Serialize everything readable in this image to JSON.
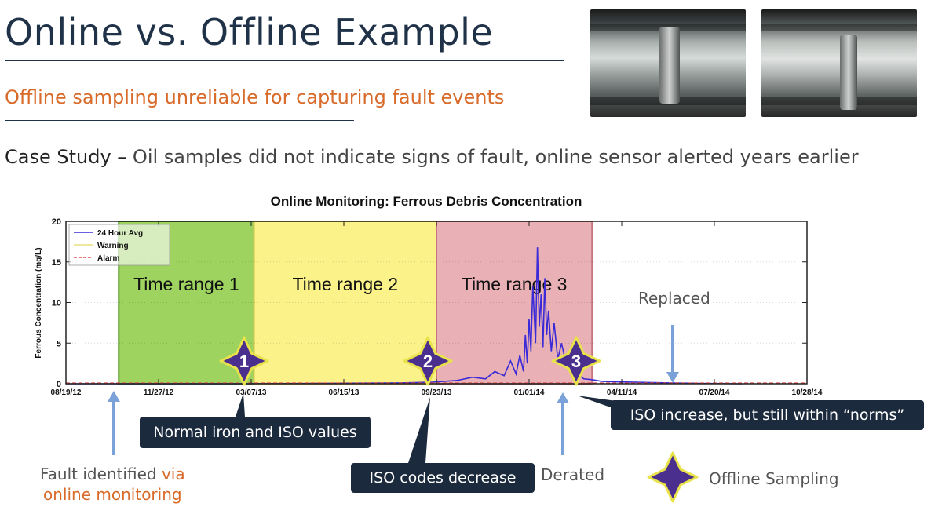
{
  "slide": {
    "title": "Online vs. Offline Example",
    "subtitle": "Offline sampling unreliable for capturing fault events",
    "case_study_lead": "Case Study – ",
    "case_study_text": "Oil samples did not indicate signs of fault, online sensor alerted years earlier"
  },
  "colors": {
    "title": "#1f3248",
    "accent": "#d86a2a",
    "range1": "#9ed35f",
    "range2": "#fbf38a",
    "range3": "#e9b0b5",
    "series": "#3a2ad8",
    "alarm": "#e05050",
    "star": "#4a2f8f",
    "callout": "#1c2a3d",
    "arrow": "#7aa2d8"
  },
  "chart_data": {
    "type": "line",
    "title": "Online Monitoring: Ferrous Debris Concentration",
    "ylabel": "Ferrous Concentration (mg/L)",
    "xlabel": "",
    "ylim": [
      0,
      20
    ],
    "yticks": [
      "0",
      "5",
      "10",
      "15",
      "20"
    ],
    "x_tick_labels": [
      "08/19/12",
      "11/27/12",
      "03/07/13",
      "06/15/13",
      "09/23/13",
      "01/01/14",
      "04/11/14",
      "07/20/14",
      "10/28/14"
    ],
    "grid": true,
    "legend": {
      "position": "top-left",
      "entries": [
        "24 Hour Avg",
        "Warning",
        "Alarm"
      ]
    },
    "ranges": [
      {
        "label": "Time range 1",
        "start": "2012-10-15",
        "end": "2013-03-10"
      },
      {
        "label": "Time range 2",
        "start": "2013-03-10",
        "end": "2013-09-23"
      },
      {
        "label": "Time range 3",
        "start": "2013-09-23",
        "end": "2014-03-10"
      }
    ],
    "series": [
      {
        "name": "24 Hour Avg",
        "x": [
          "2012-08-19",
          "2013-02-01",
          "2013-06-01",
          "2013-08-15",
          "2013-09-20",
          "2013-10-15",
          "2013-11-01",
          "2013-11-15",
          "2013-11-25",
          "2013-12-05",
          "2013-12-12",
          "2013-12-18",
          "2013-12-22",
          "2013-12-26",
          "2013-12-28",
          "2013-12-30",
          "2014-01-01",
          "2014-01-03",
          "2014-01-05",
          "2014-01-08",
          "2014-01-10",
          "2014-01-12",
          "2014-01-14",
          "2014-01-16",
          "2014-01-18",
          "2014-01-20",
          "2014-01-22",
          "2014-01-25",
          "2014-01-28",
          "2014-02-01",
          "2014-02-05",
          "2014-02-10",
          "2014-02-15",
          "2014-02-20",
          "2014-02-25",
          "2014-03-01",
          "2014-03-10",
          "2014-03-20",
          "2014-04-01",
          "2014-04-20",
          "2014-06-01",
          "2014-07-01",
          "2014-08-19"
        ],
        "values": [
          0.0,
          0.0,
          0.05,
          0.1,
          0.2,
          0.4,
          0.8,
          0.6,
          1.5,
          1.0,
          2.8,
          1.2,
          3.5,
          1.5,
          6.0,
          2.5,
          8.0,
          4.0,
          12.0,
          5.0,
          16.8,
          7.0,
          11.0,
          4.5,
          13.0,
          6.0,
          9.0,
          4.0,
          7.5,
          3.0,
          5.0,
          2.5,
          3.0,
          1.5,
          1.0,
          0.6,
          0.5,
          0.3,
          0.25,
          0.2,
          0.1,
          0.05,
          0.0
        ]
      },
      {
        "name": "Alarm",
        "x": [
          "2012-08-19",
          "2014-11-01"
        ],
        "values": [
          0.1,
          0.1
        ]
      }
    ],
    "markers": [
      {
        "label": "1",
        "x": "2013-03-07"
      },
      {
        "label": "2",
        "x": "2013-09-23"
      },
      {
        "label": "3",
        "x": "2014-03-01"
      }
    ]
  },
  "annotations": {
    "replaced": "Replaced",
    "callout_normal": "Normal iron and ISO values",
    "callout_iso_increase": "ISO increase, but still within “norms”",
    "callout_iso_decrease": "ISO codes decrease",
    "fault_line1_a": "Fault identified ",
    "fault_line1_b": "via",
    "fault_line2": "online monitoring",
    "derated": "Derated",
    "legend_offline": "Offline Sampling"
  }
}
